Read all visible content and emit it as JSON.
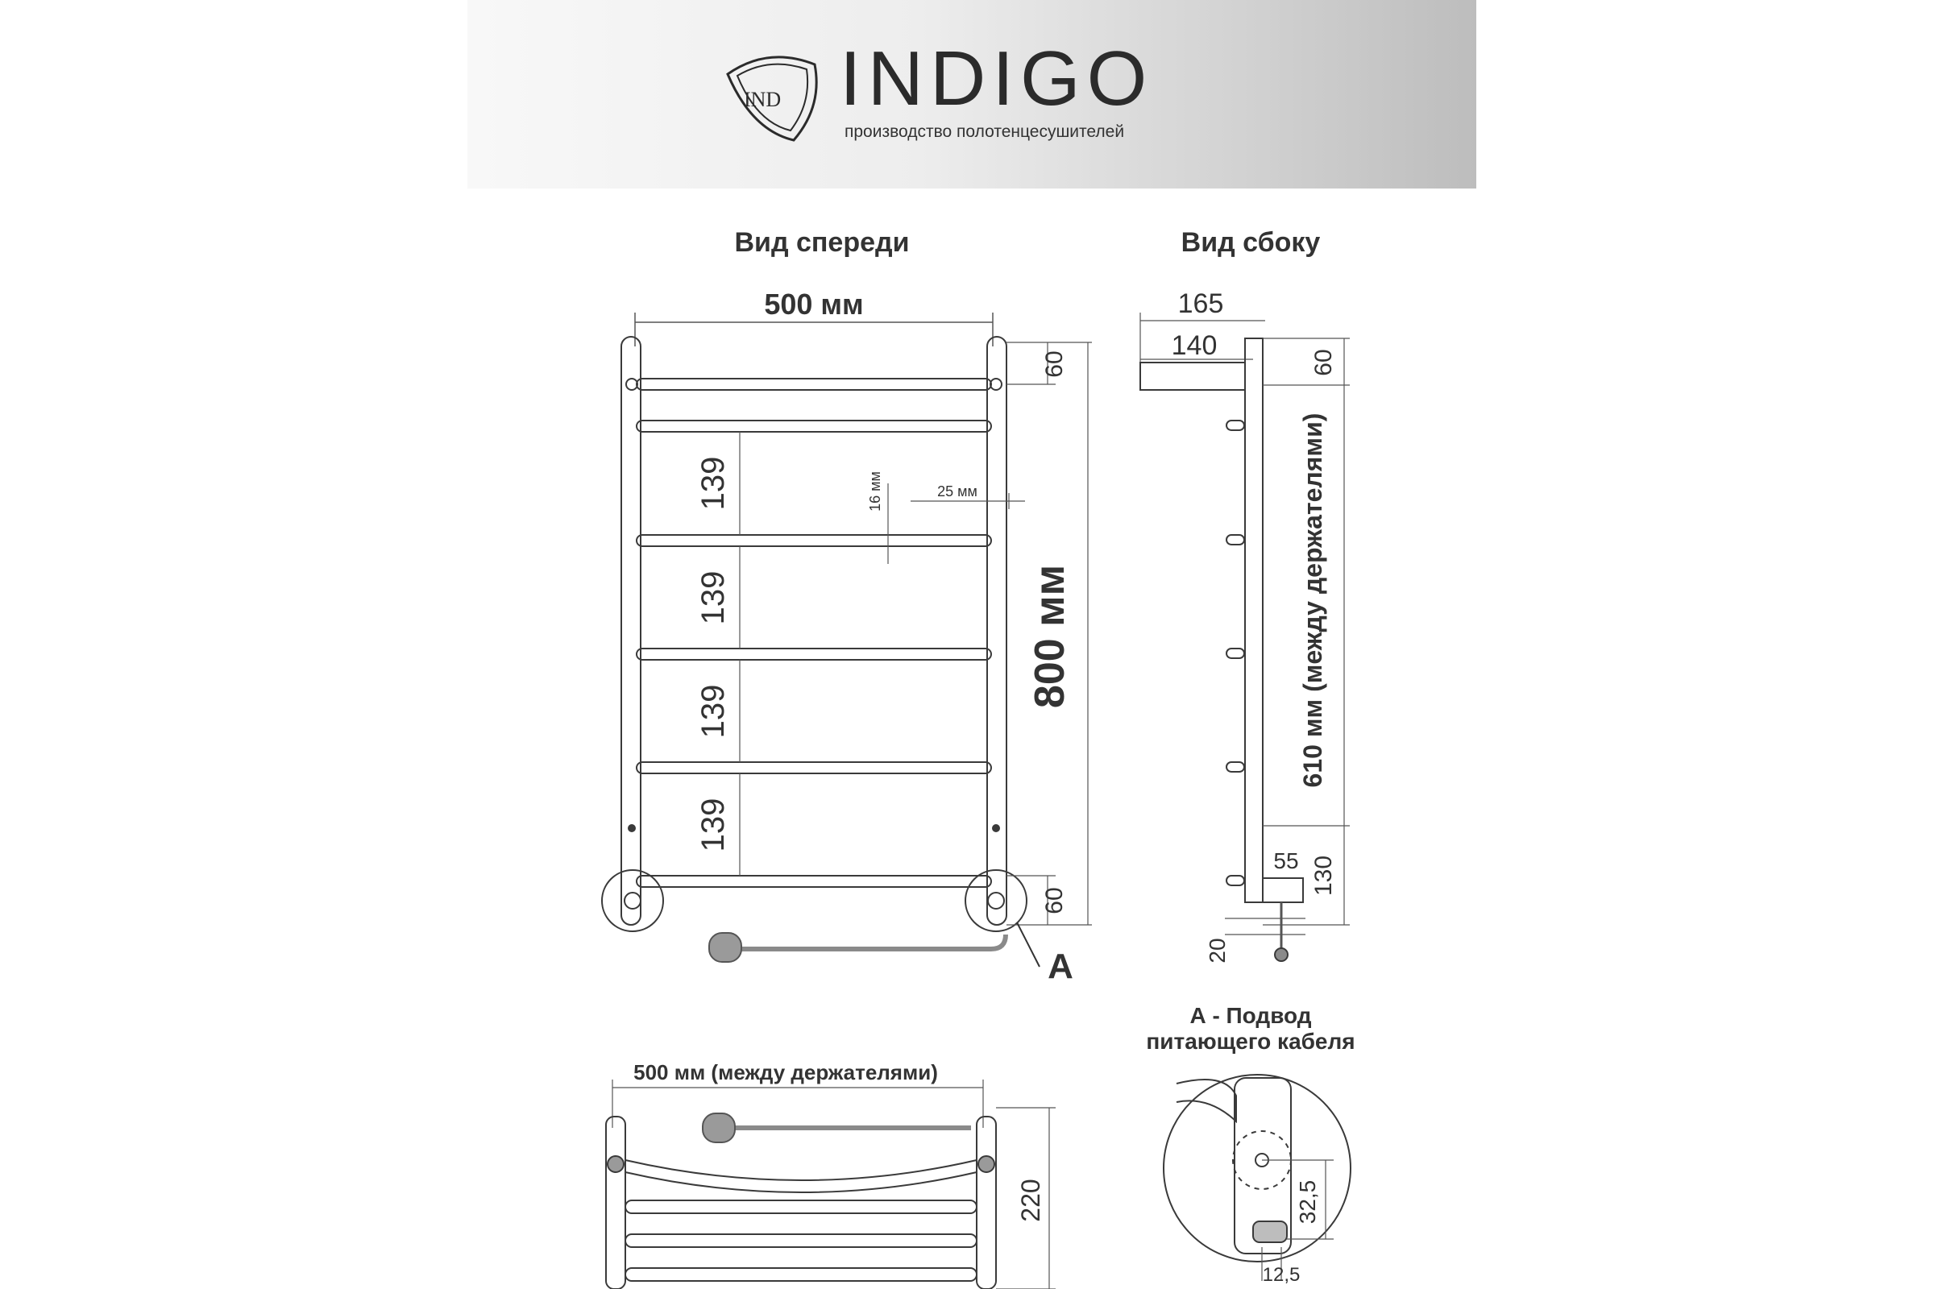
{
  "brand": {
    "name": "INDIGO",
    "tagline": "производство полотенцесушителей",
    "logo_text": "IND"
  },
  "views": {
    "front_title": "Вид спереди",
    "side_title": "Вид сбоку",
    "detail_title_line1": "А - Подвод",
    "detail_title_line2": "питающего кабеля"
  },
  "front": {
    "width": "500 мм",
    "height": "800 мм",
    "top_offset": "60",
    "bottom_offset": "60",
    "spacings": [
      "139",
      "139",
      "139",
      "139"
    ],
    "pipe_small": "16 мм",
    "pipe_large": "25 мм",
    "callout": "A"
  },
  "side": {
    "depth_outer": "165",
    "depth_inner": "140",
    "top_offset": "60",
    "between_holders": "610 мм (между держателями)",
    "bottom_depth": "55",
    "bottom_height": "130",
    "bottom_small": "20"
  },
  "bottom_view": {
    "width_label": "500 мм (между держателями)",
    "depth": "220"
  },
  "detail": {
    "height": "32,5",
    "width": "12,5"
  },
  "colors": {
    "line": "#3a3a3a",
    "dim": "#555555",
    "cable": "#8a8a8a"
  }
}
